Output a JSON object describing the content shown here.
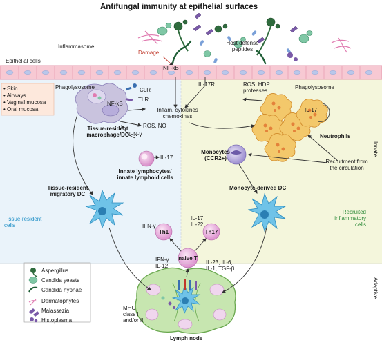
{
  "title": "Antifungal immunity at epithelial surfaces",
  "labels": {
    "epithelial_cells": "Epithelial cells",
    "inflammasome": "Inflammasome",
    "damage": "Damage",
    "host_defense_peptides": "Host defense\npeptides",
    "nfkb_top": "NF-kB",
    "il17r": "IL-17R",
    "ros_hdp": "ROS, HDP\nproteases",
    "phagolysosome_left": "Phagolysosome",
    "phagolysosome_right": "Phagolysosome",
    "clr": "CLR",
    "tlr": "TLR",
    "nfkb_cell": "NF-kB",
    "inflam_cytokines": "Inflam. cytokines\nchemokines",
    "ros_no": "ROS, NO",
    "ifn_gamma_mac": "IFN-γ",
    "tissue_resident_macrophage": "Tissue-resident\nmacrophage/DC",
    "il17_loop": "IL-17",
    "neutrophils": "Neutrophils",
    "monocytes": "Monocytes\n(CCR2+)",
    "recruitment": "Recruitment from\nthe circulation",
    "il17_ilc": "IL-17",
    "innate_lymphocytes": "Innate lymphocytes/\ninnate lymphoid cells",
    "tissue_resident_migratory_dc": "Tissue-resident\nmigratory DC",
    "monocyte_derived_dc": "Monocyte-derived DC",
    "innate": "Innate",
    "adaptive": "Adaptive",
    "tissue_resident_cells": "Tissue-resident\ncells",
    "recruited_inflammatory_cells": "Recruited\ninflammatory\ncells",
    "ifn_gamma_th1": "IFN-γ",
    "th1": "Th1",
    "il17_il22": "IL-17\nIL-22",
    "th17": "Th17",
    "naive_t": "naive T",
    "ifn_il12": "IFN-γ\nIL-12",
    "il23_etc": "IL-23, IL-6,\nIL-1, TGF-β",
    "mhc": "MHC\nclass I\nand/or II",
    "lymph_node": "Lymph node"
  },
  "surfaces": [
    "Skin",
    "Airways",
    "Vaginal mucosa",
    "Oral mucosa"
  ],
  "legend": [
    {
      "label": "Aspergillus",
      "icon": "aspergillus-icon"
    },
    {
      "label": "Candida yeasts",
      "icon": "candida-yeast-icon"
    },
    {
      "label": "Candida hyphae",
      "icon": "candida-hyphae-icon"
    },
    {
      "label": "Dermatophytes",
      "icon": "dermatophyte-icon"
    },
    {
      "label": "Malassezia",
      "icon": "malassezia-icon"
    },
    {
      "label": "Histoplasma",
      "icon": "histoplasma-icon"
    }
  ],
  "colors": {
    "left_panel": "#eaf3fa",
    "right_panel": "#f4f6dc",
    "epithelium": "#f7c9d3",
    "epithelium_border": "#e59aad",
    "nucleus": "#b9c7ea",
    "macrophage": "#c9c3de",
    "dc": "#6fc3e8",
    "neutrophil": "#f3c86b",
    "neutrophil_nucleus": "#e4823a",
    "monocyte": "#a79bd1",
    "th": "#e8a6d9",
    "lymph_node": "#c7e6b0",
    "lymph_node_border": "#6aa84f",
    "aspergillus": "#2f6b3d",
    "candida_yeast": "#7fc7a5",
    "histoplasma": "#7a5aa8",
    "dermatophyte": "#e07bb0",
    "damage_red": "#c0392b"
  }
}
